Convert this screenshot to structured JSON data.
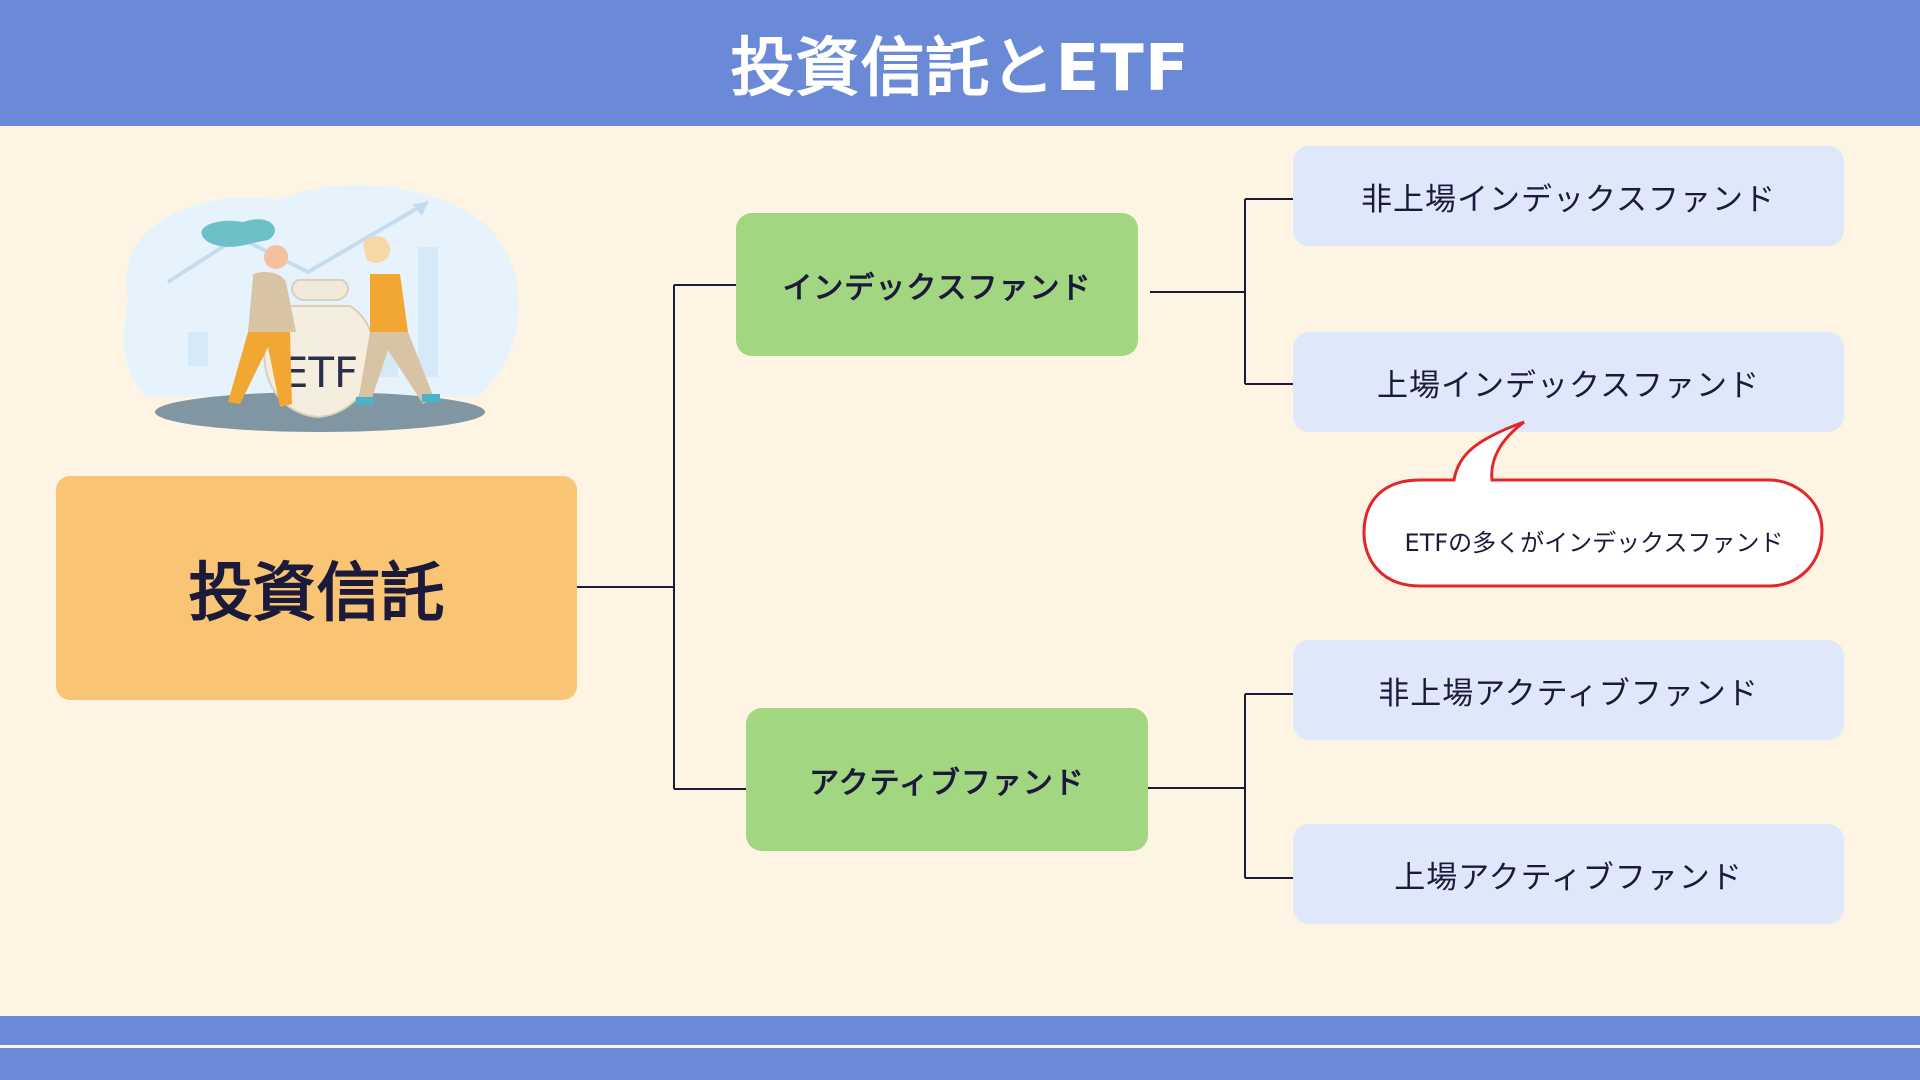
{
  "title": "投資信託とETF",
  "root": {
    "label": "投資信託"
  },
  "branches": [
    {
      "label": "インデックスファンド",
      "children": [
        "非上場インデックスファンド",
        "上場インデックスファンド"
      ]
    },
    {
      "label": "アクティブファンド",
      "children": [
        "非上場アクティブファンド",
        "上場アクティブファンド"
      ]
    }
  ],
  "callout": {
    "text": "ETFの多くがインデックスファンド"
  },
  "illustration": {
    "icon": "etf-money-bag-illustration",
    "bag_label": "ETF"
  },
  "colors": {
    "header": "#6a89d6",
    "background": "#fdf4e3",
    "root": "#f9c575",
    "branch": "#a3d681",
    "leaf": "#dfe8fb",
    "callout_border": "#e3262a",
    "line": "#1b1a3a"
  }
}
